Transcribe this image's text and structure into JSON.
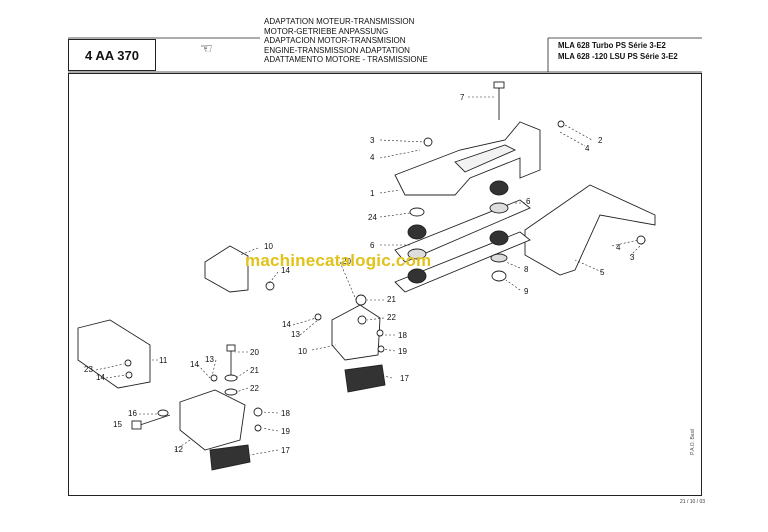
{
  "header": {
    "code": "4 AA 370",
    "titles": [
      "ADAPTATION MOTEUR-TRANSMISSION",
      "MOTOR-GETRIEBE ANPASSUNG",
      "ADAPTACION MOTOR-TRANSMISION",
      "ENGINE-TRANSMISSION ADAPTATION",
      "ADATTAMENTO MOTORE - TRASMISSIONE"
    ],
    "models": [
      "MLA 628 Turbo PS Série 3-E2",
      "MLA 628 -120 LSU PS Série 3-E2"
    ],
    "hand_icon": "pointing-hand-icon"
  },
  "diagram": {
    "callouts": [
      "1",
      "2",
      "3",
      "4",
      "5",
      "6",
      "7",
      "8",
      "9",
      "10",
      "11",
      "12",
      "13",
      "14",
      "15",
      "16",
      "17",
      "18",
      "19",
      "20",
      "21",
      "22",
      "23",
      "24"
    ]
  },
  "watermark": "machinecatalogic.com",
  "footer": {
    "date": "21 / 10 / 03",
    "side_label": "P.A.O. Basil"
  }
}
